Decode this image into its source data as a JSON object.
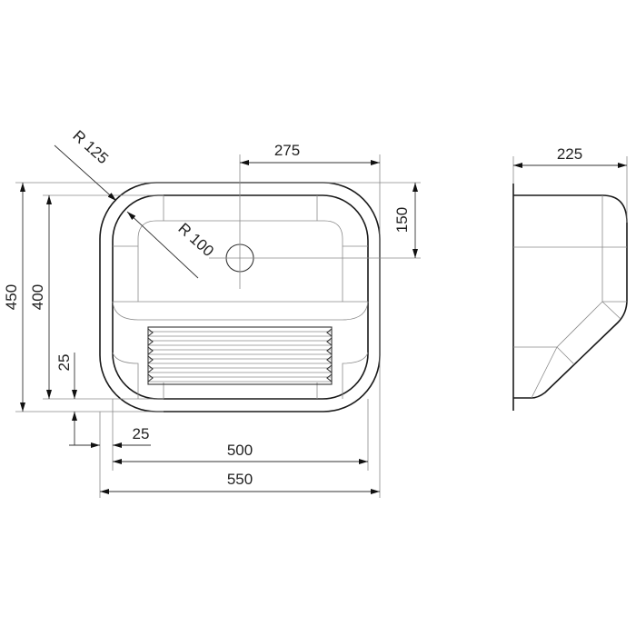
{
  "top_view": {
    "radius_outer": "R 125",
    "radius_inner": "R 100",
    "dim_drain_offset_x": "275",
    "dim_drain_offset_y": "150",
    "dim_outer_height": "450",
    "dim_inner_height": "400",
    "dim_rim_vertical": "25",
    "dim_rim_horizontal": "25",
    "dim_inner_width": "500",
    "dim_outer_width": "550"
  },
  "side_view": {
    "dim_depth": "225"
  }
}
